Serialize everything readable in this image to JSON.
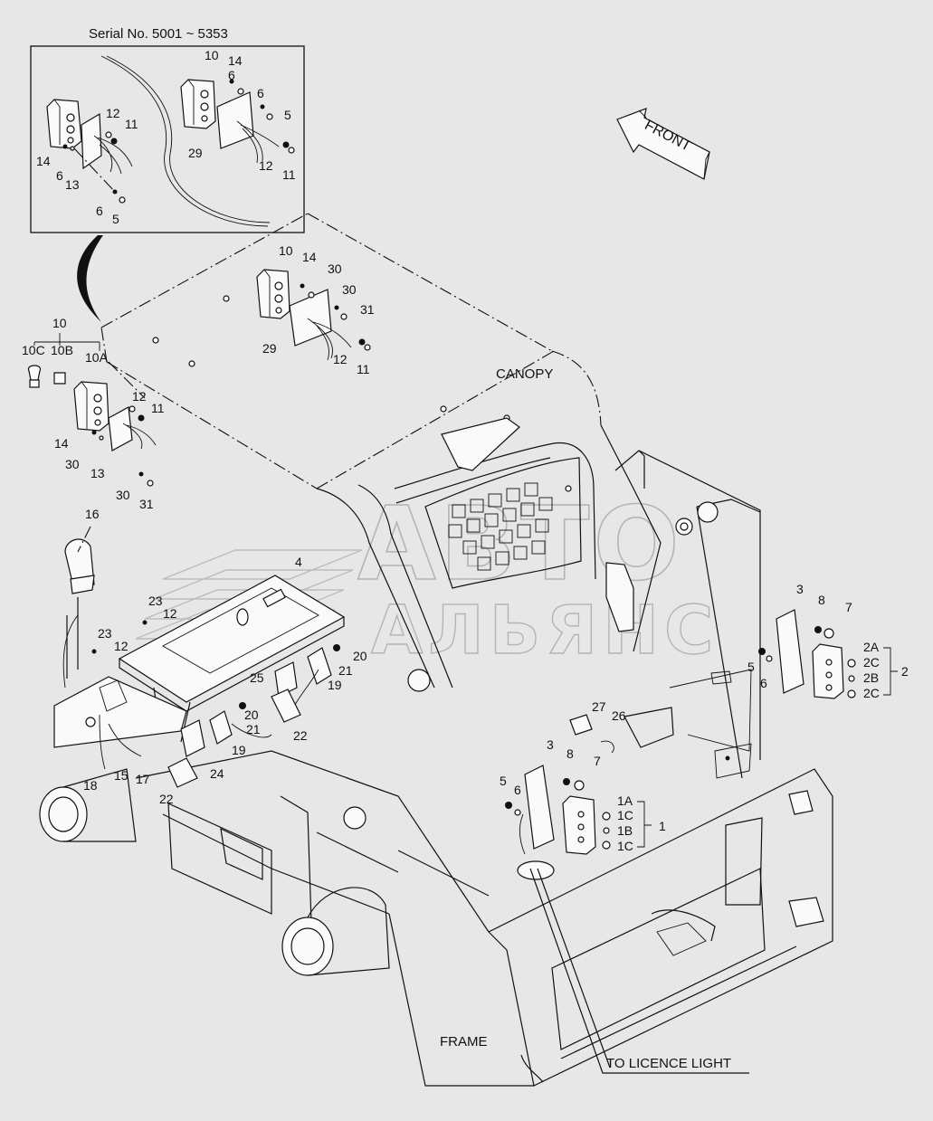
{
  "inset": {
    "title": "Serial No. 5001 ~ 5353"
  },
  "labels": {
    "front": "FRONT",
    "canopy": "CANOPY",
    "frame": "FRAME",
    "licence": "TO LICENCE LIGHT",
    "watermark_line1": "АВТО",
    "watermark_line2": "АЛЬЯНС"
  },
  "callouts": [
    "1",
    "1A",
    "1B",
    "1C",
    "2",
    "2A",
    "2B",
    "2C",
    "3",
    "4",
    "5",
    "6",
    "7",
    "8",
    "10",
    "10A",
    "10B",
    "10C",
    "11",
    "12",
    "13",
    "14",
    "15",
    "16",
    "17",
    "18",
    "19",
    "20",
    "21",
    "22",
    "23",
    "24",
    "25",
    "26",
    "27",
    "29",
    "30",
    "31"
  ]
}
